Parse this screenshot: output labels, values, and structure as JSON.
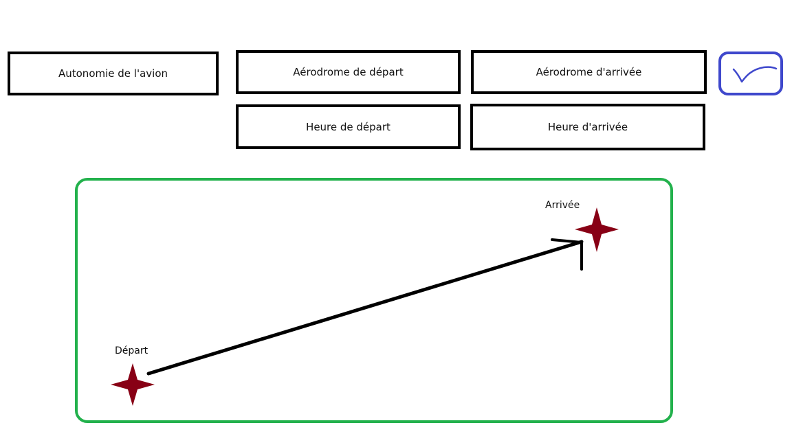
{
  "form": {
    "autonomie_label": "Autonomie de l'avion",
    "aerodrome_depart_label": "Aérodrome de départ",
    "aerodrome_arrivee_label": "Aérodrome d'arrivée",
    "heure_depart_label": "Heure de départ",
    "heure_arrivee_label": "Heure d'arrivée"
  },
  "confirm_button": {
    "icon": "checkmark-icon",
    "color": "#3f48cc"
  },
  "map": {
    "border_color": "#22b14c",
    "route_color": "#000000",
    "marker_color": "#880015",
    "departure": {
      "label": "Départ",
      "icon": "star-marker-icon"
    },
    "arrival": {
      "label": "Arrivée",
      "icon": "star-marker-icon"
    }
  }
}
